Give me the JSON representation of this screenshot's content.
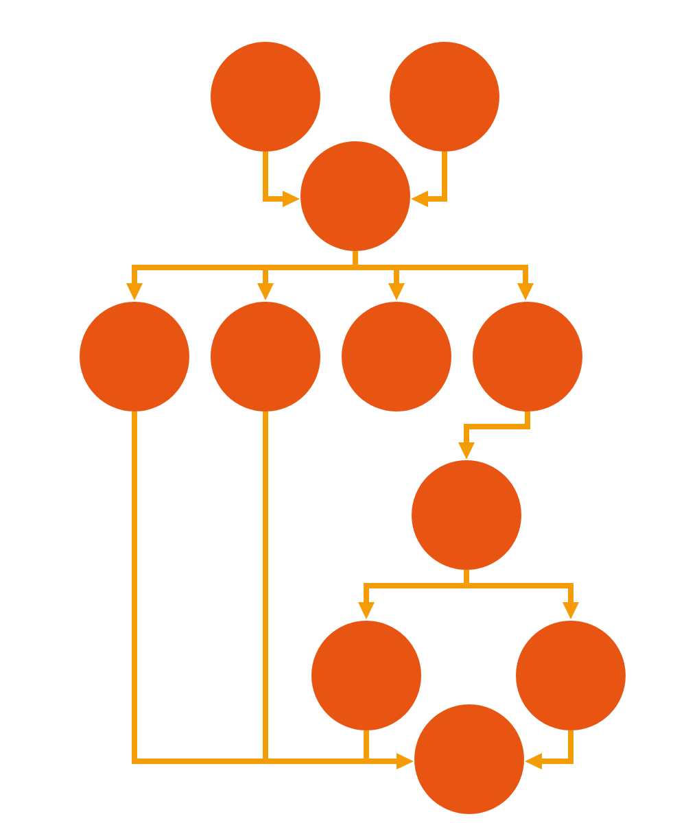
{
  "colors": {
    "background": "#ffffff",
    "node": "#e85512",
    "edge": "#f39c06"
  },
  "nodes": [
    {
      "id": "n1"
    },
    {
      "id": "n2"
    },
    {
      "id": "n3"
    },
    {
      "id": "n4"
    },
    {
      "id": "n5"
    },
    {
      "id": "n6"
    },
    {
      "id": "n7"
    },
    {
      "id": "n8"
    },
    {
      "id": "n9"
    },
    {
      "id": "n10"
    },
    {
      "id": "n11"
    }
  ],
  "edges": [
    {
      "from": "n1",
      "to": "n3"
    },
    {
      "from": "n2",
      "to": "n3"
    },
    {
      "from": "n3",
      "to": "n4"
    },
    {
      "from": "n3",
      "to": "n5"
    },
    {
      "from": "n3",
      "to": "n6"
    },
    {
      "from": "n3",
      "to": "n7"
    },
    {
      "from": "n7",
      "to": "n8"
    },
    {
      "from": "n8",
      "to": "n9"
    },
    {
      "from": "n8",
      "to": "n10"
    },
    {
      "from": "n4",
      "to": "n11"
    },
    {
      "from": "n5",
      "to": "n11"
    },
    {
      "from": "n9",
      "to": "n11"
    },
    {
      "from": "n10",
      "to": "n11"
    }
  ]
}
